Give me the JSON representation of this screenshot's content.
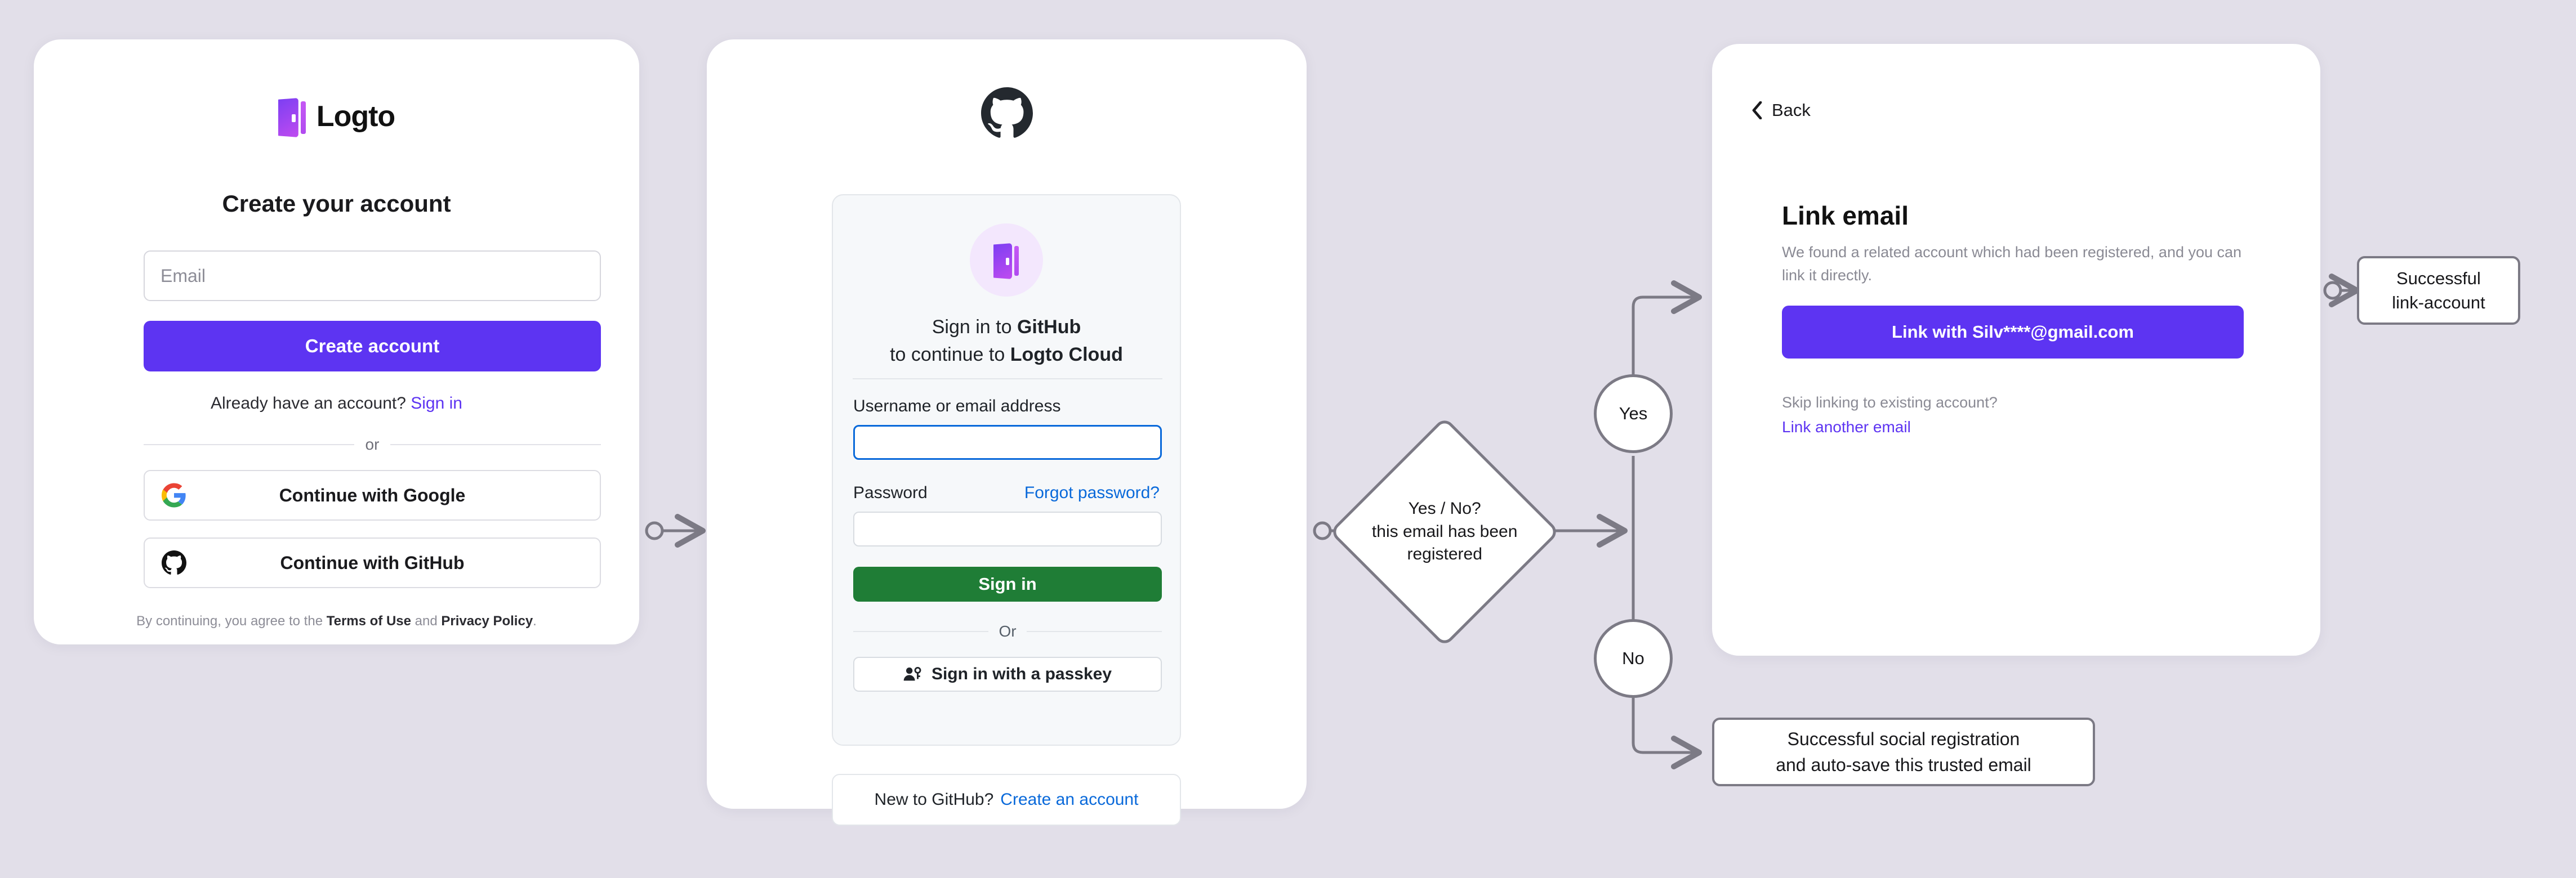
{
  "page": {
    "background_color": "#e2dfe9",
    "accent_purple": "#5d34f2",
    "github_green": "#1f7d36",
    "github_blue": "#0969da",
    "flow_stroke": "#7c7a85"
  },
  "signup_card": {
    "brand": "Logto",
    "logo_icon": "logto-door-icon",
    "title": "Create your account",
    "email_field": {
      "placeholder": "Email",
      "value": ""
    },
    "create_button": "Create account",
    "already_prefix": "Already have an account?",
    "already_link": "Sign in",
    "divider": "or",
    "social": [
      {
        "icon": "google-icon",
        "label": "Continue with Google"
      },
      {
        "icon": "github-icon",
        "label": "Continue with GitHub"
      }
    ],
    "legal": {
      "prefix": "By continuing, you agree to the",
      "terms": "Terms of Use",
      "conjunction": "and",
      "privacy": "Privacy Policy",
      "suffix": "."
    }
  },
  "github_card": {
    "mark_icon": "github-mark-icon",
    "app_avatar_icon": "logto-door-icon",
    "heading_line1_prefix": "Sign in to ",
    "heading_line1_strong": "GitHub",
    "heading_line2_prefix": "to continue to ",
    "heading_line2_strong": "Logto Cloud",
    "username_label": "Username or email address",
    "username_value": "",
    "password_label": "Password",
    "password_value": "",
    "forgot_link": "Forgot password?",
    "signin_button": "Sign in",
    "divider": "Or",
    "passkey_icon": "passkey-person-key-icon",
    "passkey_button": "Sign in with a passkey",
    "new_prefix": "New to GitHub?",
    "new_link": "Create an account"
  },
  "link_card": {
    "back_icon": "chevron-left-icon",
    "back_label": "Back",
    "title": "Link email",
    "description": "We found a related account which had been registered, and you can link it directly.",
    "link_button": "Link with Silv****@gmail.com",
    "skip_text": "Skip linking to existing account?",
    "another_link": "Link another email"
  },
  "flow": {
    "decision_line1": "Yes / No?",
    "decision_line2": "this email has been",
    "decision_line3": "registered",
    "yes_label": "Yes",
    "no_label": "No",
    "success_link_line1": "Successful",
    "success_link_line2": "link-account",
    "success_social_line1": "Successful social registration",
    "success_social_line2": "and auto-save this trusted email"
  }
}
